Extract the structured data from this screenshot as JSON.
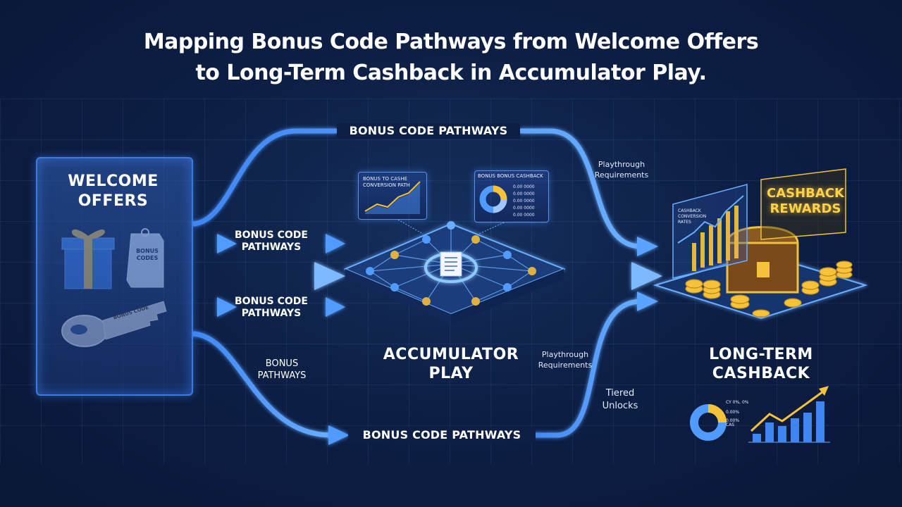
{
  "title": {
    "line1": "Mapping Bonus Code Pathways from Welcome Offers",
    "line2": "to Long-Term Cashback in Accumulator Play."
  },
  "welcome": {
    "title_line1": "WELCOME",
    "title_line2": "OFFERS",
    "tag_text_line1": "BONUS",
    "tag_text_line2": "CODES",
    "key_text": "BONUS CODE"
  },
  "labels": {
    "top_pathway": "BONUS CODE PATHWAYS",
    "upper_pathway_line1": "BONUS CODE",
    "upper_pathway_line2": "PATHWAYS",
    "lower_pathway_line1": "BONUS CODE",
    "lower_pathway_line2": "PATHWAYS",
    "bonus_pathways_line1": "BONUS",
    "bonus_pathways_line2": "PATHWAYS",
    "bottom_pathway": "BONUS CODE PATHWAYS",
    "playthrough_top_line1": "Playthrough",
    "playthrough_top_line2": "Requirements",
    "playthrough_mid_line1": "Playthrough",
    "playthrough_mid_line2": "Requirements",
    "tiered_line1": "Tiered",
    "tiered_line2": "Unlocks"
  },
  "accumulator": {
    "title_line1": "ACCUMULATOR",
    "title_line2": "PLAY",
    "card_left_line1": "BONUS TO CASHE",
    "card_left_line2": "CONVERSION PATH",
    "card_right_title": "BONUS BONUS CASHBACK",
    "card_right_legend": [
      "0.00 0000",
      "0.00 0000",
      "0.00 0000",
      "0.00 0000",
      "0.00 0000"
    ]
  },
  "cashback": {
    "rewards_line1": "CASHBACK",
    "rewards_line2": "REWARDS",
    "panel_line1": "CASHBACK",
    "panel_line2": "CONVERSION",
    "panel_line3": "RATES",
    "title_line1": "LONG-TERM",
    "title_line2": "CASHBACK",
    "donut_legend": [
      "CY 0%, 0%",
      "0.00%",
      "0.00%",
      "CAS"
    ]
  },
  "colors": {
    "background": "#0d1f45",
    "arrow": "#4f9bff",
    "gold": "#f5c23a",
    "panel_border": "#3d7be0"
  },
  "icons": [
    "gift-box-icon",
    "bonus-code-tag-icon",
    "key-icon",
    "document-icon",
    "treasure-chest-icon",
    "gold-coins-icon",
    "line-chart-icon",
    "donut-chart-icon",
    "bar-chart-icon"
  ]
}
